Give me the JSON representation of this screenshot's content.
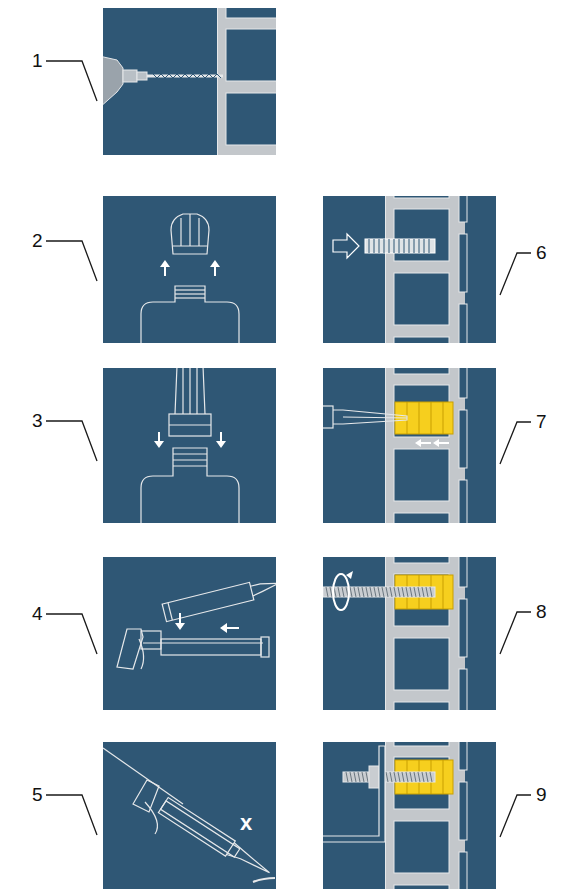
{
  "diagram": {
    "labels": [
      "1",
      "2",
      "3",
      "4",
      "5",
      "6",
      "7",
      "8",
      "9",
      "x"
    ]
  }
}
